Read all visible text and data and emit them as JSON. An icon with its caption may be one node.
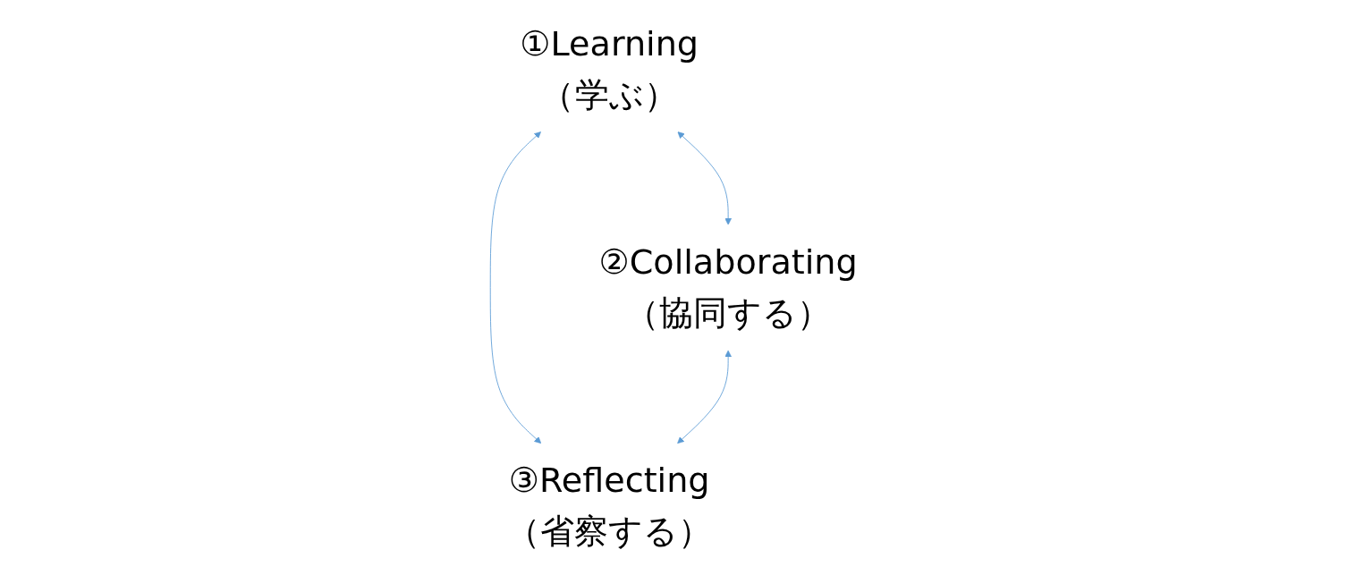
{
  "diagram": {
    "nodes": [
      {
        "text": [
          "①Learning",
          "（学ぶ）"
        ]
      },
      {
        "text": [
          "②Collaborating",
          "（協同する）"
        ]
      },
      {
        "text": [
          "③Reflecting",
          "（省察する）"
        ]
      }
    ],
    "edges": [
      {
        "from": 0,
        "to": 1,
        "arrow": "both"
      },
      {
        "from": 0,
        "to": 2,
        "arrow": "both"
      },
      {
        "from": 1,
        "to": 2,
        "arrow": "both"
      }
    ]
  }
}
